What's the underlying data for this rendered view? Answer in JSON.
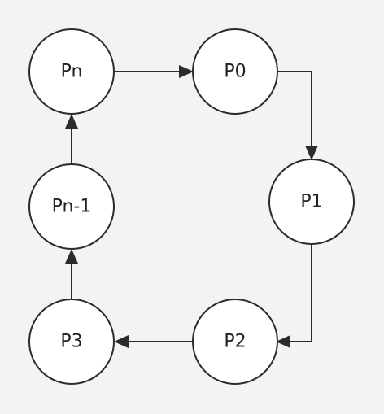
{
  "diagram": {
    "nodes": [
      {
        "id": "pn",
        "label": "Pn"
      },
      {
        "id": "p0",
        "label": "P0"
      },
      {
        "id": "p1",
        "label": "P1"
      },
      {
        "id": "p2",
        "label": "P2"
      },
      {
        "id": "p3",
        "label": "P3"
      },
      {
        "id": "pn1",
        "label": "Pn-1"
      }
    ],
    "edges": [
      {
        "from": "pn",
        "to": "p0"
      },
      {
        "from": "p0",
        "to": "p1"
      },
      {
        "from": "p1",
        "to": "p2"
      },
      {
        "from": "p2",
        "to": "p3"
      },
      {
        "from": "p3",
        "to": "pn1"
      },
      {
        "from": "pn1",
        "to": "pn"
      }
    ]
  }
}
